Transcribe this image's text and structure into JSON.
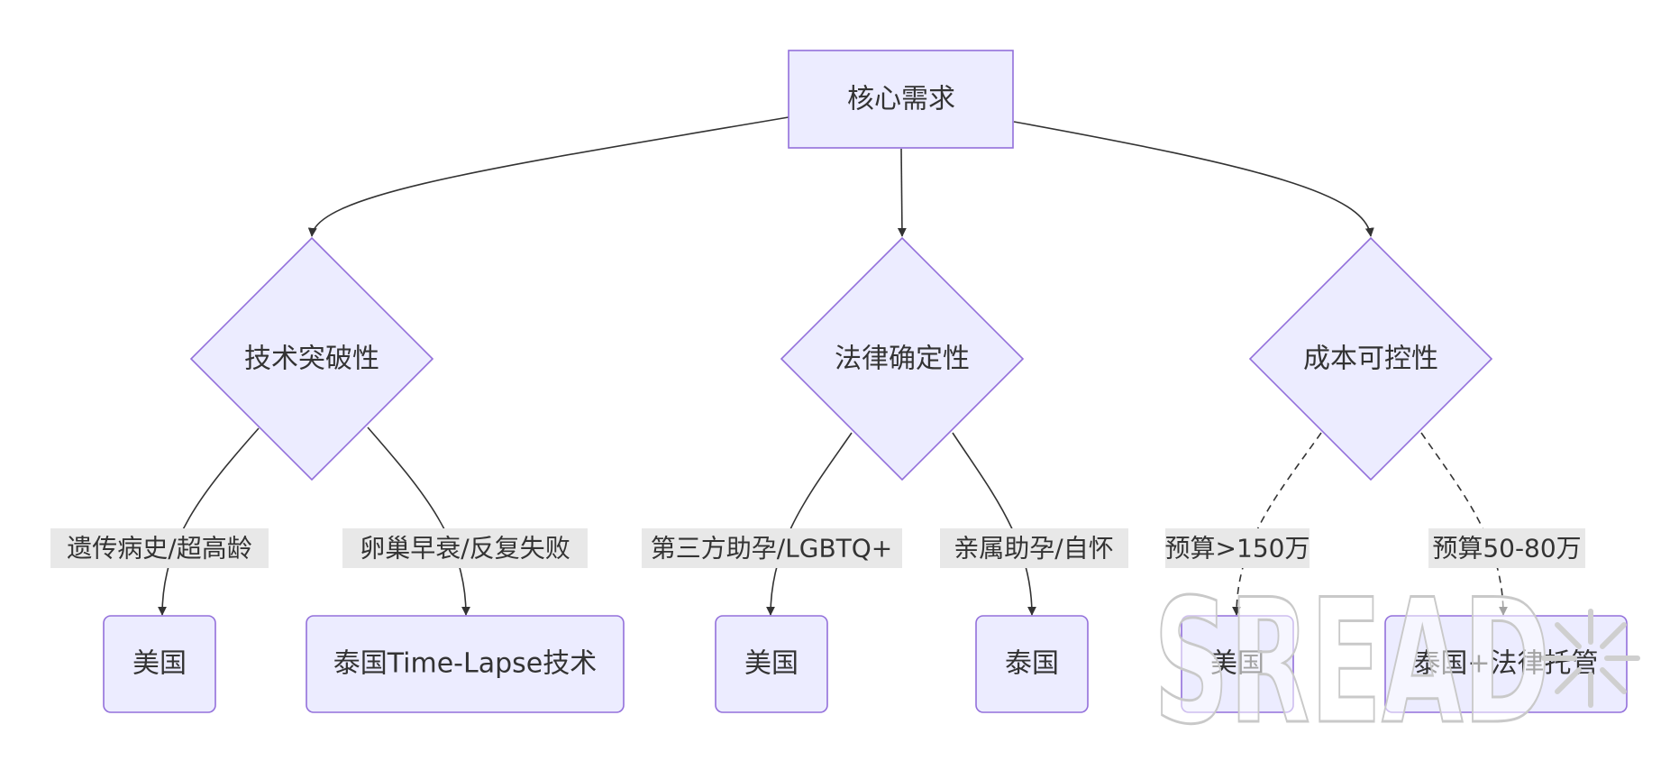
{
  "diagram": {
    "root": {
      "id": "root",
      "label": "核心需求"
    },
    "decisions": [
      {
        "id": "tech",
        "label": "技术突破性"
      },
      {
        "id": "law",
        "label": "法律确定性"
      },
      {
        "id": "cost",
        "label": "成本可控性"
      }
    ],
    "outcomes": [
      {
        "id": "o1",
        "parent": "tech",
        "label": "美国",
        "edge_label": "遗传病史/超高龄",
        "edge_style": "solid"
      },
      {
        "id": "o2",
        "parent": "tech",
        "label": "泰国Time-Lapse技术",
        "edge_label": "卵巢早衰/反复失败",
        "edge_style": "solid"
      },
      {
        "id": "o3",
        "parent": "law",
        "label": "美国",
        "edge_label": "第三方助孕/LGBTQ+",
        "edge_style": "solid"
      },
      {
        "id": "o4",
        "parent": "law",
        "label": "泰国",
        "edge_label": "亲属助孕/自怀",
        "edge_style": "solid"
      },
      {
        "id": "o5",
        "parent": "cost",
        "label": "美国",
        "edge_label": "预算>150万",
        "edge_style": "dashed"
      },
      {
        "id": "o6",
        "parent": "cost",
        "label": "泰国+法律托管",
        "edge_label": "预算50-80万",
        "edge_style": "dashed"
      }
    ],
    "colors": {
      "node_fill": "#ECECFF",
      "node_stroke": "#9370DB",
      "edge": "#333333",
      "edge_label_bg": "#e8e8e8"
    }
  },
  "watermark": {
    "text": "SREAD",
    "glyph": "sun-burst-icon"
  }
}
